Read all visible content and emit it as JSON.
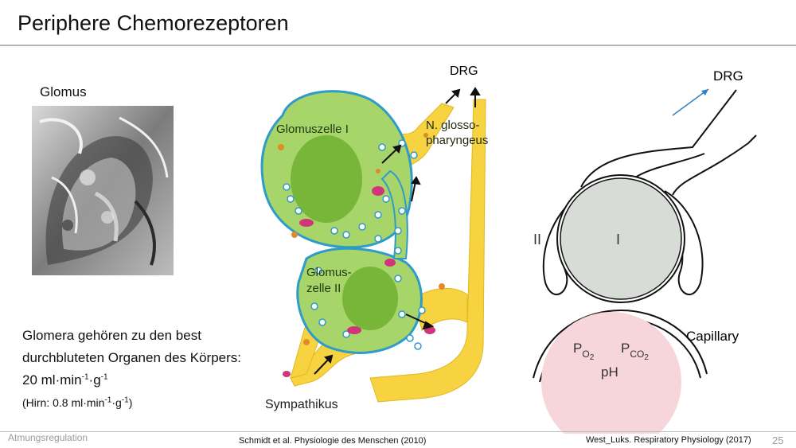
{
  "slide": {
    "title": "Periphere Chemorezeptoren",
    "glomus_label": "Glomus",
    "body_text": {
      "line1": "Glomera gehören zu den best",
      "line2": "durchbluteten Organen des Körpers:",
      "line3_main": "20 ml·min",
      "line3_exp1": "-1",
      "line3_mid": "·g",
      "line3_exp2": "-1",
      "line4_open": "(Hirn:  0.8 ml·min",
      "line4_exp1": "-1",
      "line4_mid": "·g",
      "line4_exp2": "-1",
      "line4_close": ")"
    },
    "footer": {
      "left": "Atmungsregulation",
      "center_citation": "Schmidt et al. Physiologie des Menschen (2010)",
      "right_citation": "West_Luks. Respiratory Physiology (2017)",
      "page_number": "25"
    }
  },
  "cell_diagram": {
    "drg_label": "DRG",
    "cell1_label_line1": "Glomuszelle I",
    "nerve_label_line1": "N. glosso-",
    "nerve_label_line2": "pharyngeus",
    "cell2_label_line1": "Glomus-",
    "cell2_label_line2": "zelle II",
    "sympathikus_label": "Sympathikus",
    "colors": {
      "cell": "#a8d56a",
      "nucleus": "#78b63a",
      "nerve": "#f7d341",
      "cell_border": "#2f9bc7"
    }
  },
  "receptor_diagram": {
    "drg_label": "DRG",
    "label_type1": "I",
    "label_type2": "II",
    "capillary_label": "Capillary",
    "po2_base": "P",
    "po2_sub": "O",
    "po2_subsub": "2",
    "pco2_base": "P",
    "pco2_sub": "CO",
    "pco2_subsub": "2",
    "ph_label": "pH",
    "colors": {
      "type1_cell": "#d7ddd6",
      "capillary": "#f6d5db",
      "arrow": "#2f82c4"
    }
  }
}
